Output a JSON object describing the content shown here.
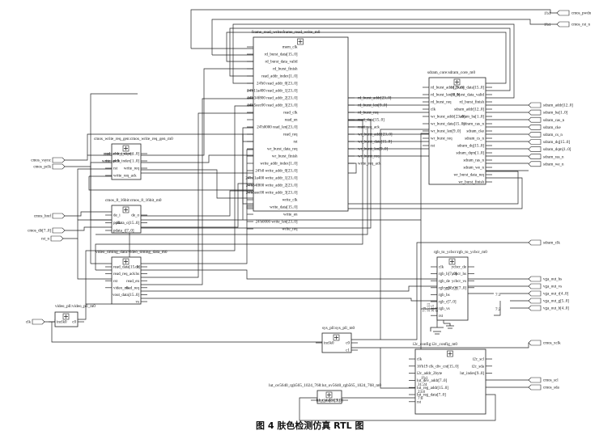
{
  "caption": "图 4    肤色检测仿真 RTL 图",
  "io": {
    "cmos_vsync": "cmos_vsync",
    "cmos_pclk": "cmos_pclk",
    "cmos_href": "cmos_href",
    "cmos_db": "cmos_db[7..0]",
    "rst_n": "rst_n",
    "clk": "clk",
    "cmos_pwdn": "cmos_pwdn",
    "cmos_rst_n": "cmos_rst_n",
    "const_1b1_a": "1'b1",
    "const_1b1_b": "1'b1",
    "sdram_clk": "sdram_clk",
    "cmos_xclk": "cmos_xclk",
    "cmos_scl": "cmos_scl",
    "cmos_sda": "cmos_sda",
    "sdram_addr": "sdram_addr[12..0]",
    "sdram_ba": "sdram_ba[1..0]",
    "sdram_cas_n": "sdram_cas_n",
    "sdram_cke": "sdram_cke",
    "sdram_cs_n": "sdram_cs_n",
    "sdram_dq": "sdram_dq[15..0]",
    "sdram_dqm": "sdram_dqm[1..0]",
    "sdram_ras_n": "sdram_ras_n",
    "sdram_we_n": "sdram_we_n",
    "vga_out_hs": "vga_out_hs",
    "vga_out_vs": "vga_out_vs",
    "vga_out_r": "vga_out_r[4..0]",
    "vga_out_g": "vga_out_g[5..0]",
    "vga_out_b": "vga_out_b[4..0]"
  },
  "blocks": {
    "frame": {
      "title": "frame_read_write:frame_read_write_m0",
      "ports_left": [
        "mem_clk",
        "rd_burst_data[15..0]",
        "rd_burst_data_valid",
        "rd_burst_finish",
        "read_addr_index[1..0]",
        "24'h0 read_addr_0[23..0]",
        "24'h11a400 read_addr_1[23..0]",
        "24'h34f800 read_addr_2[23..0]",
        "24'h5eec00 read_addr_3[23..0]",
        "read_clk",
        "read_en",
        "24'h0000 read_len[23..0]",
        "read_req",
        "rst",
        "wr_burst_data_req",
        "wr_burst_finish",
        "write_addr_index[1..0]",
        "24'h0 write_addr_0[23..0]",
        "24'h11a400 write_addr_1[23..0]",
        "24'h34f800 write_addr_2[23..0]",
        "24'h5eec00 write_addr_3[23..0]",
        "write_clk",
        "write_data[15..0]",
        "write_en",
        "24'h0000 write_len[23..0]",
        "write_req"
      ],
      "ports_right": [
        "rd_burst_addr[23..0]",
        "rd_burst_len[9..0]",
        "rd_burst_req",
        "read_data[15..0]",
        "read_req_ack",
        "wr_burst_addr[23..0]",
        "wr_burst_data[15..0]",
        "wr_burst_len[9..0]",
        "wr_burst_req",
        "write_req_ack"
      ]
    },
    "sdram": {
      "title": "sdram_core:sdram_core_m0",
      "ports_left": [
        "rd_burst_addr[23..0]",
        "rd_burst_len[9..0]",
        "rd_burst_req",
        "clk",
        "wr_burst_addr[23..0]",
        "wr_burst_data[15..0]",
        "wr_burst_len[9..0]",
        "wr_burst_req",
        "rst"
      ],
      "ports_right": [
        "rd_burst_data[15..0]",
        "rd_burst_data_valid",
        "rd_burst_finish",
        "sdram_addr[12..0]",
        "sdram_ba[1..0]",
        "sdram_cas_n",
        "sdram_cke",
        "sdram_cs_n",
        "sdram_dq[15..0]",
        "sdram_dqm[1..0]",
        "sdram_ras_n",
        "sdram_we_n",
        "wr_burst_data_req",
        "wr_burst_finish"
      ]
    },
    "cmos_write": {
      "title": "cmos_write_req_gen:cmos_write_req_gen_m0",
      "ports_left": [
        "cmos_vsync",
        "pclk",
        "rst",
        "write_req_ack"
      ],
      "ports_right": [
        "read_addr_index[1..0]",
        "write_addr_index[1..0]",
        "write_req"
      ]
    },
    "cmos_8_16": {
      "title": "cmos_8_16bit:cmos_8_16bit_m0",
      "ports_left": [
        "de_i",
        "pclk",
        "pdata_i[7..0]"
      ],
      "ports_right": [
        "de_o",
        "pdata_o[15..0]"
      ]
    },
    "vtd": {
      "title": "video_timing_data:video_timing_data_m0",
      "ports_left": [
        "read_data[15..0]",
        "read_req_ack",
        "rst",
        "video_clk"
      ],
      "ports_right": [
        "de",
        "hs",
        "read_en",
        "read_req",
        "vout_data[15..0]",
        "vs"
      ]
    },
    "video_pll": {
      "title": "video_pll:video_pll_m0",
      "ports_left": [
        "inclk0"
      ],
      "ports_right": [
        "c0"
      ]
    },
    "sys_pll": {
      "title": "sys_pll:sys_pll_m0",
      "ports_left": [
        "inclk0"
      ],
      "ports_right": [
        "c0",
        "c1"
      ]
    },
    "rgb": {
      "title": "rgb_to_ycbcr:rgb_to_ycbcr_m0",
      "ports_left": [
        "clk",
        "rgb_b[7..0]",
        "rgb_de",
        "rgb_g[7..0]",
        "rgb_hs",
        "rgb_r[7..0]",
        "rgb_vs",
        "rst"
      ],
      "ports_right": [
        "ycbcr_de",
        "ycbcr_hs",
        "ycbcr_vs",
        "ycbcr_y[7..0]"
      ],
      "bus_tags": [
        "7:3",
        "15:11",
        "10:5",
        "4:0"
      ],
      "out_tags": [
        "7:3",
        "7:2"
      ]
    },
    "i2c": {
      "title": "i2c_config:i2c_config_m0",
      "ports_left": [
        "clk",
        "16'h19 clk_div_cnt[15..0]",
        "i2c_addr_2byte",
        "lut_dev_addr[7..0]",
        "lut_reg_addr[15..0]",
        "lut_reg_data[7..0]",
        "rst"
      ],
      "ports_right": [
        "i2c_scl",
        "i2c_sda",
        "lut_index[9..0]"
      ],
      "tags": [
        "1'b1",
        "31:24",
        "23:8",
        "7:0"
      ]
    },
    "lut": {
      "title": "lut_ov5640_rgb565_1024_768:lut_ov5640_rgb565_1024_768_m0",
      "ports_left": [
        "lut_index[9..0]"
      ],
      "ports_right": [
        "lut_data[31..0]"
      ]
    }
  }
}
